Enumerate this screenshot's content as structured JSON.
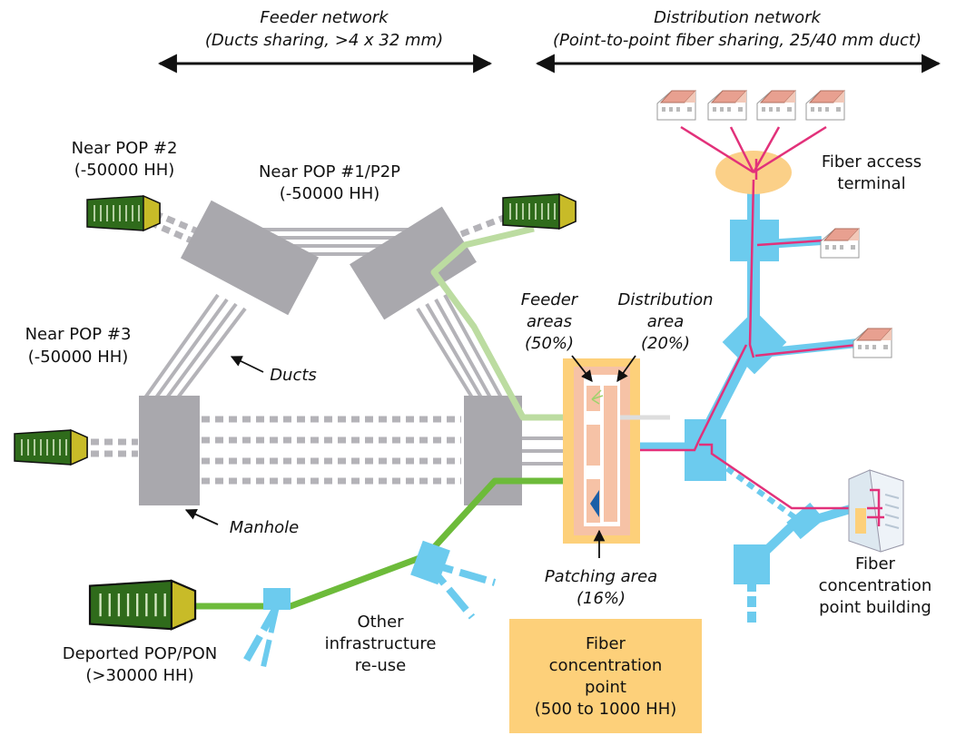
{
  "colors": {
    "duct": "#b4b3b8",
    "manhole": "#a9a8ad",
    "feeder_fiber": "#bcdca1",
    "deported_fiber": "#6dbb3a",
    "distribution_duct": "#6ccbee",
    "drop_fiber": "#e2317a",
    "fcp_box": "#fdd07a",
    "fcp_inner": "#f6c2a6",
    "terminal": "#fbd088",
    "pop_body": "#2f6b1b",
    "pop_end": "#c8bb28"
  },
  "header": {
    "feeder": {
      "line1": "Feeder network",
      "line2": "(Ducts sharing, >4 x 32 mm)"
    },
    "distribution": {
      "line1": "Distribution network",
      "line2": "(Point-to-point fiber sharing, 25/40 mm duct)"
    }
  },
  "labels": {
    "pop2": {
      "line1": "Near POP #2",
      "line2": "(-50000 HH)"
    },
    "pop1": {
      "line1": "Near POP #1/P2P",
      "line2": "(-50000 HH)"
    },
    "pop3": {
      "line1": "Near POP #3",
      "line2": "(-50000 HH)"
    },
    "ducts": "Ducts",
    "manhole": "Manhole",
    "deported": {
      "line1": "Deported POP/PON",
      "line2": "(>30000 HH)"
    },
    "other": {
      "line1": "Other",
      "line2": "infrastructure",
      "line3": "re-use"
    },
    "feeder_areas": {
      "line1": "Feeder",
      "line2": "areas",
      "line3": "(50%)"
    },
    "distribution_area": {
      "line1": "Distribution",
      "line2": "area",
      "line3": "(20%)"
    },
    "patching_area": {
      "line1": "Patching area",
      "line2": "(16%)"
    },
    "fcp": {
      "line1": "Fiber",
      "line2": "concentration",
      "line3": "point",
      "line4": "(500 to 1000 HH)"
    },
    "fiber_access_terminal": {
      "line1": "Fiber access",
      "line2": "terminal"
    },
    "fcp_building": {
      "line1": "Fiber",
      "line2": "concentration",
      "line3": "point building"
    }
  },
  "icons": [
    "pop-rack-icon",
    "house-icon",
    "building-icon",
    "arrow-icon"
  ]
}
